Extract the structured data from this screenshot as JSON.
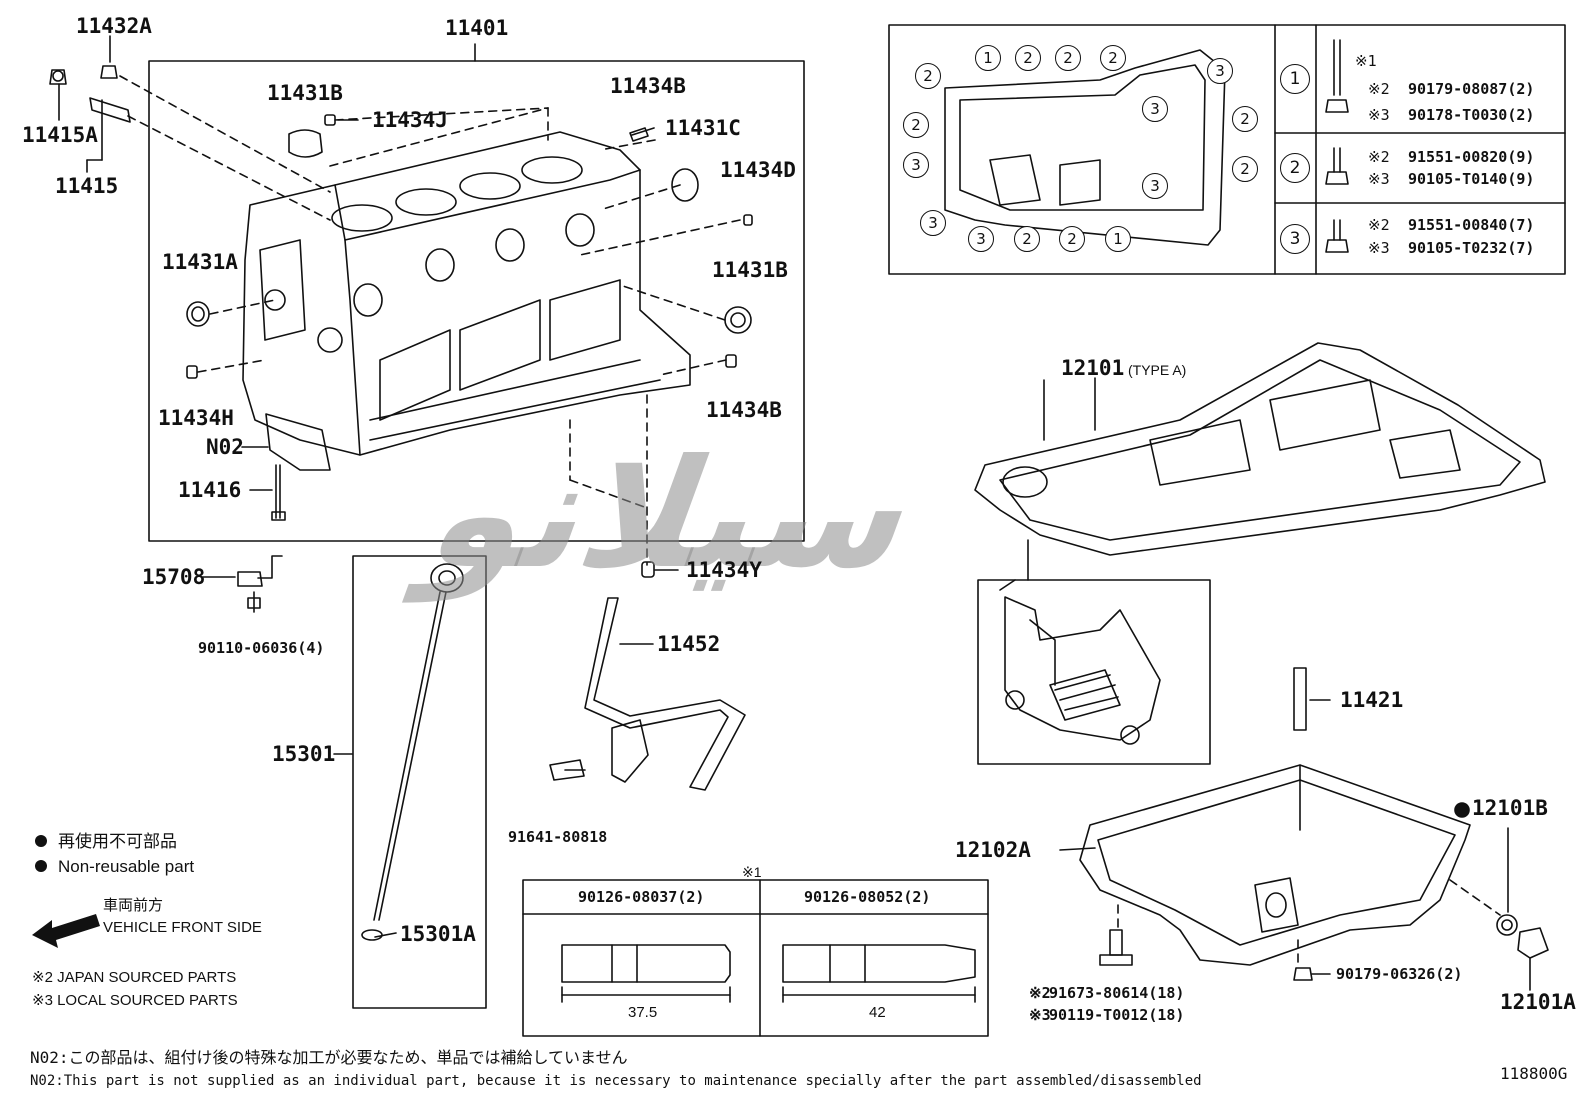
{
  "diagram_id": "118800G",
  "parts": {
    "p11401": "11401",
    "p11432A": "11432A",
    "p11415A": "11415A",
    "p11415": "11415",
    "p11431B_top": "11431B",
    "p11434J": "11434J",
    "p11434B_top": "11434B",
    "p11431C": "11431C",
    "p11434D": "11434D",
    "p11431A": "11431A",
    "p11431B_right": "11431B",
    "p11434H": "11434H",
    "pN02": "N02",
    "p11434B_right": "11434B",
    "p11416": "11416",
    "p15708": "15708",
    "p90110": "90110-06036(4)",
    "p11434Y": "11434Y",
    "p11452": "11452",
    "p15301": "15301",
    "p91641": "91641-80818",
    "p15301A": "15301A",
    "p12101": "12101",
    "p12101_type": "(TYPE A)",
    "p11421": "11421",
    "p12101B": "12101B",
    "p12102A": "12102A",
    "p91673": "91673-80614(18)",
    "p90119": "90119-T0012(18)",
    "p90179_06326": "90179-06326(2)",
    "p12101A": "12101A"
  },
  "bolt_map": {
    "top_row": [
      "1",
      "2",
      "2",
      "2"
    ],
    "left_col": [
      "2",
      "2",
      "3",
      "3"
    ],
    "bottom_row": [
      "3",
      "2",
      "2",
      "1"
    ],
    "right_col": [
      "3",
      "2",
      "2"
    ],
    "inner": [
      "3",
      "3"
    ]
  },
  "bolt_table": {
    "rows": [
      {
        "key": "1",
        "ref1": "※1",
        "ref2": "※2",
        "part2": "90179-08087(2)",
        "ref3": "※3",
        "part3": "90178-T0030(2)"
      },
      {
        "key": "2",
        "ref2": "※2",
        "part2": "91551-00820(9)",
        "ref3": "※3",
        "part3": "90105-T0140(9)"
      },
      {
        "key": "3",
        "ref2": "※2",
        "part2": "91551-00840(7)",
        "ref3": "※3",
        "part3": "90105-T0232(7)"
      }
    ]
  },
  "stud_table": {
    "ref": "※1",
    "col1": {
      "part": "90126-08037(2)",
      "dim": "37.5"
    },
    "col2": {
      "part": "90126-08052(2)",
      "dim": "42"
    }
  },
  "legend": {
    "jp_nonreusable": "再使用不可部品",
    "en_nonreusable": "Non-reusable part",
    "jp_front": "車両前方",
    "en_front": "VEHICLE FRONT SIDE",
    "japan_sourced": "※2 JAPAN SOURCED PARTS",
    "local_sourced": "※3 LOCAL SOURCED PARTS",
    "ref2": "※2",
    "ref3": "※3"
  },
  "footnote": {
    "jp": "N02:この部品は、組付け後の特殊な加工が必要なため、単品では補給していません",
    "en": "N02:This part is not supplied as an individual part, because it is necessary to maintenance specially after the part assembled/disassembled"
  },
  "watermark": "ﺳﯿﻼﻧﻮ"
}
